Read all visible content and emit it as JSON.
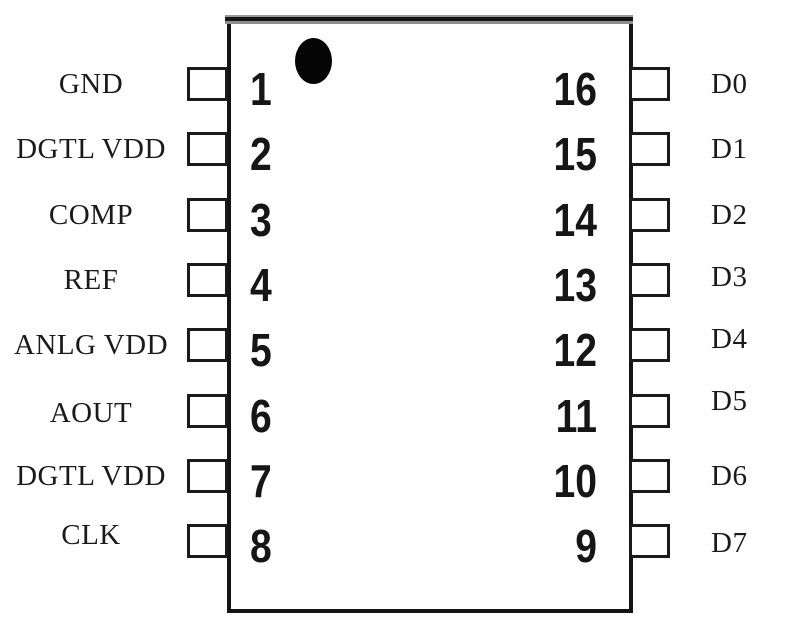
{
  "diagram": {
    "type": "ic-pinout",
    "package_pin_count": 16,
    "colors": {
      "ink": "#1a1a1a",
      "background": "#ffffff",
      "pin1_dot": "#050505",
      "top_edge_shadow": "#9a9a9a"
    },
    "chip": {
      "left_pins": [
        {
          "number": "1",
          "label": "GND"
        },
        {
          "number": "2",
          "label": "DGTL VDD"
        },
        {
          "number": "3",
          "label": "COMP"
        },
        {
          "number": "4",
          "label": "REF"
        },
        {
          "number": "5",
          "label": "ANLG VDD"
        },
        {
          "number": "6",
          "label": "AOUT"
        },
        {
          "number": "7",
          "label": "DGTL VDD"
        },
        {
          "number": "8",
          "label": "CLK"
        }
      ],
      "right_pins": [
        {
          "number": "16",
          "label": "D0"
        },
        {
          "number": "15",
          "label": "D1"
        },
        {
          "number": "14",
          "label": "D2"
        },
        {
          "number": "13",
          "label": "D3"
        },
        {
          "number": "12",
          "label": "D4"
        },
        {
          "number": "11",
          "label": "D5"
        },
        {
          "number": "10",
          "label": "D6"
        },
        {
          "number": "9",
          "label": "D7"
        }
      ]
    }
  }
}
